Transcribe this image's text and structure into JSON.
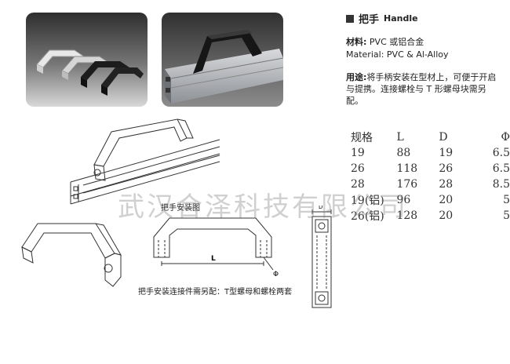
{
  "heading": {
    "title_cn": "把手",
    "title_en": "Handle"
  },
  "material": {
    "label_cn": "材料:",
    "value_cn": "PVC 或铝合金",
    "label_en": "Material:",
    "value_en": "PVC & Al-Alloy"
  },
  "usage": {
    "label": "用途:",
    "text": "将手柄安装在型材上，可便于开启与提携。连接螺栓与 T 形螺母块需另配。"
  },
  "spec_table": {
    "headers": [
      "规格",
      "L",
      "D",
      "Φ"
    ],
    "rows": [
      [
        "19",
        "88",
        "19",
        "6.5"
      ],
      [
        "26",
        "118",
        "26",
        "6.5"
      ],
      [
        "28",
        "176",
        "28",
        "8.5"
      ],
      [
        "19(铝)",
        "96",
        "20",
        "5"
      ],
      [
        "26(铝)",
        "128",
        "20",
        "5"
      ]
    ]
  },
  "diagram": {
    "install_caption": "把手安装图",
    "dim_L": "L",
    "dim_phi": "Φ",
    "dim_D": "D",
    "parts_note": "把手安装连接件需另配：T型螺母和螺栓两套"
  },
  "watermark": "武汉合泽科技有限公司",
  "colors": {
    "photo_bg_dark": "#3a3a3a",
    "photo_bg_light": "#8a8a8a",
    "handle_white": "#e6e6e6",
    "handle_black": "#1a1a1a",
    "profile_silver": "#b9bcc0"
  }
}
